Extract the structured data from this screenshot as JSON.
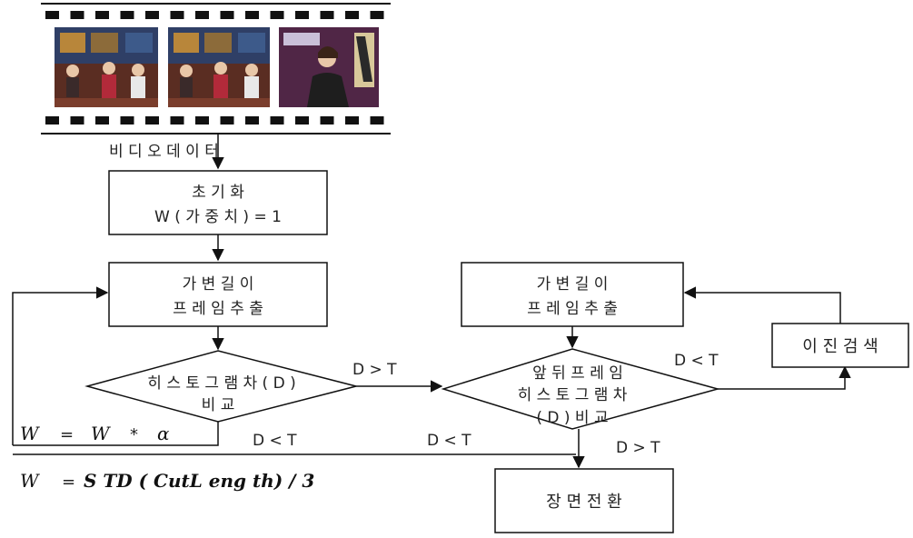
{
  "film_strip": {
    "label": "비 디 오   데 이 터",
    "frames": [
      "studio-scene-frame",
      "studio-scene-frame",
      "presenter-closeup-frame"
    ]
  },
  "init_box": {
    "line1": "초 기 화",
    "line2": "W ( 가 중 치 )  =  1"
  },
  "extract_left": {
    "line1": "가 변 길 이",
    "line2": "프 레 임  추 출"
  },
  "decision_left": {
    "line1": "히 스 토 그 램 차 ( D )",
    "line2": "비 교"
  },
  "weight_update": {
    "w": "W",
    "eq": "=",
    "w2": "W",
    "star": "*",
    "alpha": "α"
  },
  "extract_right": {
    "line1": "가 변 길 이",
    "line2": "프 레 임  추 출"
  },
  "decision_right": {
    "line1": "앞 뒤  프 레 임",
    "line2": "히 스 토 그 램 차",
    "line3": "( D ) 비 교"
  },
  "binary_search": {
    "label": "이 진   검 색"
  },
  "scene_change": {
    "label": "장  면  전  환"
  },
  "edge_labels": {
    "left_gt": "D  >  T",
    "left_lt": "D  <  T",
    "right_lt_top": "D  <  T",
    "right_lt_bottom": "D  <  T",
    "right_gt": "D  >  T"
  },
  "formula": {
    "w": "W",
    "eq": "=",
    "expr": "S TD ( CutL eng th)  /  3"
  }
}
